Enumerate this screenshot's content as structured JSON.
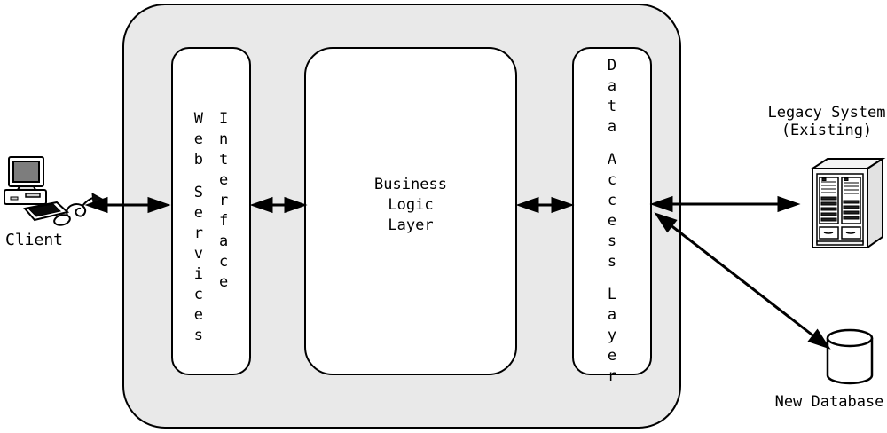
{
  "diagram": {
    "nodes": {
      "client": {
        "label": "Client",
        "icon": "desktop-computer-icon"
      },
      "web_services_interface": {
        "label": "Web Services Interface",
        "columns": [
          "Web Services",
          "Interface"
        ]
      },
      "business_logic_layer": {
        "label": "Business\nLogic\nLayer"
      },
      "data_access_layer": {
        "label": "Data Access Layer",
        "vertical_text": "Data Access Layer"
      },
      "legacy_system": {
        "label": "Legacy System\n(Existing)",
        "icon": "server-icon"
      },
      "new_database": {
        "label": "New Database",
        "icon": "database-cylinder-icon"
      }
    },
    "connections": [
      {
        "from": "client",
        "to": "web_services_interface",
        "bidirectional": true
      },
      {
        "from": "web_services_interface",
        "to": "business_logic_layer",
        "bidirectional": true
      },
      {
        "from": "business_logic_layer",
        "to": "data_access_layer",
        "bidirectional": true
      },
      {
        "from": "data_access_layer",
        "to": "legacy_system",
        "bidirectional": true
      },
      {
        "from": "data_access_layer",
        "to": "new_database",
        "bidirectional": true
      }
    ],
    "colors": {
      "background": "#ffffff",
      "container_fill": "#e9e9e9",
      "box_fill": "#ffffff",
      "line": "#000000"
    }
  }
}
